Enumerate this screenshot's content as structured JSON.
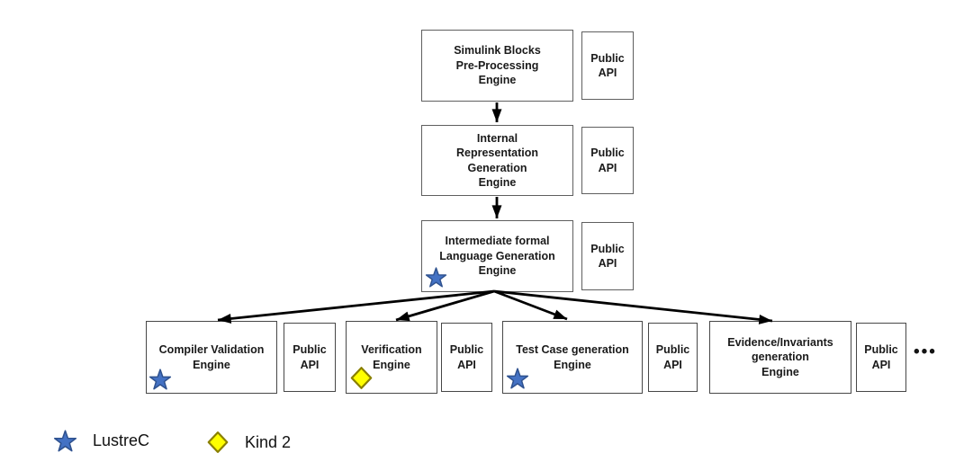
{
  "diagram": {
    "pipeline": [
      {
        "label": "Simulink Blocks\nPre-Processing\nEngine",
        "api": "Public\nAPI"
      },
      {
        "label": "Internal\nRepresentation\nGeneration\nEngine",
        "api": "Public\nAPI"
      },
      {
        "label": "Intermediate formal\nLanguage Generation\nEngine",
        "api": "Public\nAPI",
        "marker": "lustrec-star"
      }
    ],
    "engines": [
      {
        "label": "Compiler Validation\nEngine",
        "api": "Public\nAPI",
        "marker": "lustrec-star"
      },
      {
        "label": "Verification\nEngine",
        "api": "Public\nAPI",
        "marker": "kind2-diamond"
      },
      {
        "label": "Test Case generation\nEngine",
        "api": "Public\nAPI",
        "marker": "lustrec-star"
      },
      {
        "label": "Evidence/Invariants\ngeneration\nEngine",
        "api": "Public\nAPI"
      }
    ],
    "more_indicator": "•••"
  },
  "legend": {
    "items": [
      {
        "marker": "lustrec-star",
        "label": "LustreC"
      },
      {
        "marker": "kind2-diamond",
        "label": "Kind 2"
      }
    ]
  },
  "colors": {
    "star_fill": "#4472C4",
    "star_stroke": "#2F528F",
    "diamond_fill": "#FFFF00",
    "diamond_stroke": "#8A8000",
    "arrow": "#000000"
  }
}
